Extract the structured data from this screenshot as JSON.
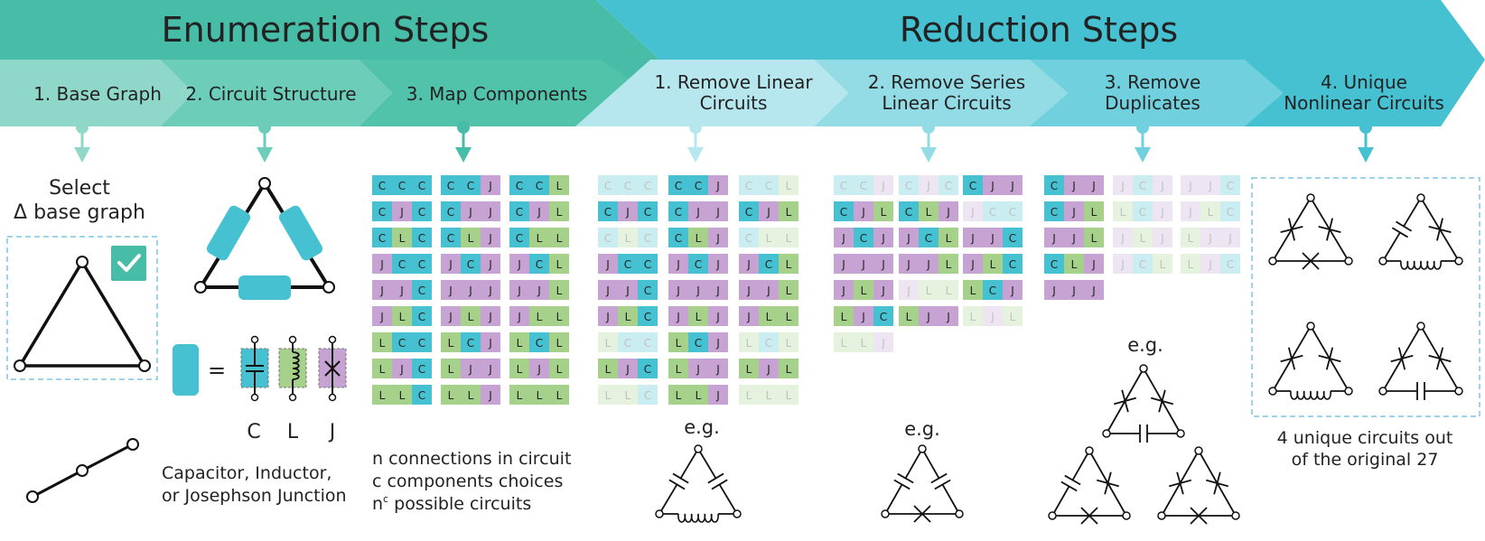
{
  "banner": {
    "enumeration_title": "Enumeration Steps",
    "reduction_title": "Reduction Steps",
    "steps": [
      {
        "lines": [
          "1. Base Graph"
        ]
      },
      {
        "lines": [
          "2. Circuit Structure"
        ]
      },
      {
        "lines": [
          "3. Map Components"
        ]
      },
      {
        "lines": [
          "1. Remove Linear",
          "Circuits"
        ]
      },
      {
        "lines": [
          "2. Remove Series",
          "Linear Circuits"
        ]
      },
      {
        "lines": [
          "3. Remove",
          "Duplicates"
        ]
      },
      {
        "lines": [
          "4. Unique",
          "Nonlinear Circuits"
        ]
      }
    ]
  },
  "base_graph": {
    "select_line1": "Select",
    "select_line2": "Δ base graph"
  },
  "components": {
    "equals": "=",
    "letters": [
      "C",
      "L",
      "J"
    ],
    "caption_line1": "Capacitor, Inductor,",
    "caption_line2": "or Josephson Junction"
  },
  "map_components": {
    "line1": "n connections in circuit",
    "line2": "c components choices",
    "line3_prefix": "n",
    "line3_sup": "c",
    "line3_suffix": " possible circuits"
  },
  "examples": {
    "eg": "e.g."
  },
  "unique": {
    "caption_line1": "4 unique circuits out",
    "caption_line2": "of the original 27"
  },
  "colors": {
    "C": "#45c1d1",
    "L": "#a6d18a",
    "J": "#c6a3d2",
    "enum_dark": "#47bca6",
    "red_dark": "#45c1d1",
    "dashed_box": "#9fd3ea"
  },
  "circuit_grids": {
    "all_27": [
      "CCC",
      "CCJ",
      "CCL",
      "CJC",
      "CJJ",
      "CJL",
      "CLC",
      "CLJ",
      "CLL",
      "JCC",
      "JCJ",
      "JCL",
      "JJC",
      "JJJ",
      "JJL",
      "JLC",
      "JLJ",
      "JLL",
      "LCC",
      "LCJ",
      "LCL",
      "LJC",
      "LJJ",
      "LJL",
      "LLC",
      "LLJ",
      "LLL"
    ],
    "remove_linear_faded": [
      "CCC",
      "CCL",
      "CLC",
      "CLL",
      "LCC",
      "LCL",
      "LLC",
      "LLL"
    ],
    "remove_series": {
      "rows": [
        [
          "CCJ",
          "CJC",
          "CJJ"
        ],
        [
          "CJL",
          "CLJ",
          "JCC"
        ],
        [
          "JCJ",
          "JCL",
          "JJC"
        ],
        [
          "JJJ",
          "JJL",
          "JLC"
        ],
        [
          "JLJ",
          "JLL",
          "LCJ"
        ],
        [
          "LJC",
          "LJJ",
          "LJL"
        ],
        [
          "LLJ"
        ]
      ],
      "faded": [
        "CCJ",
        "CJC",
        "JCC",
        "JLL",
        "LJL",
        "LLJ"
      ]
    },
    "remove_duplicates": {
      "col1": [
        "CJJ",
        "CJL",
        "JJL",
        "CLJ",
        "JJJ"
      ],
      "col2": [
        "JCJ",
        "LCJ",
        "JLJ",
        "JCL"
      ],
      "col3": [
        "JJC",
        "JLC",
        "LJJ",
        "LJC"
      ]
    }
  }
}
